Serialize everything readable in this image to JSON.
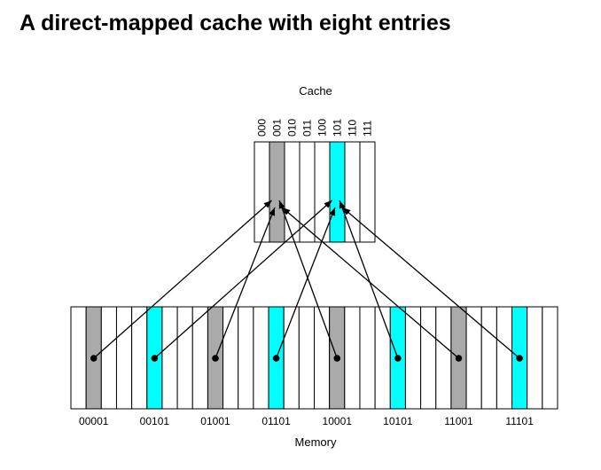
{
  "title": "A direct-mapped cache with eight entries",
  "cache": {
    "label": "Cache",
    "indices": [
      "000",
      "001",
      "010",
      "011",
      "100",
      "101",
      "110",
      "111"
    ]
  },
  "memory": {
    "label": "Memory",
    "addresses": [
      "00001",
      "00101",
      "01001",
      "01101",
      "10001",
      "10101",
      "11001",
      "11101"
    ]
  },
  "colors": {
    "gray": "#aaaaaa",
    "cyan": "#00ffff",
    "white": "#ffffff",
    "line": "#000000"
  },
  "cache_highlights": [
    {
      "index": "001",
      "color": "gray"
    },
    {
      "index": "101",
      "color": "cyan"
    }
  ],
  "mappings": [
    {
      "from": "00001",
      "to": "001",
      "color": "gray"
    },
    {
      "from": "00101",
      "to": "101",
      "color": "cyan"
    },
    {
      "from": "01001",
      "to": "001",
      "color": "gray"
    },
    {
      "from": "01101",
      "to": "101",
      "color": "cyan"
    },
    {
      "from": "10001",
      "to": "001",
      "color": "gray"
    },
    {
      "from": "10101",
      "to": "101",
      "color": "cyan"
    },
    {
      "from": "11001",
      "to": "001",
      "color": "gray"
    },
    {
      "from": "11101",
      "to": "101",
      "color": "cyan"
    }
  ]
}
